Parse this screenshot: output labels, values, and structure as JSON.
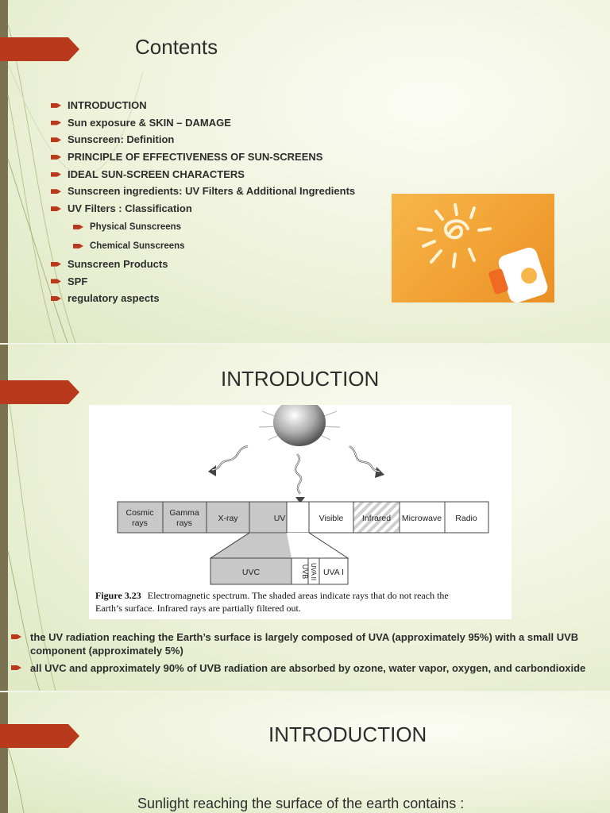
{
  "slide1": {
    "title": "Contents",
    "bullets": [
      {
        "text": "INTRODUCTION",
        "level": 1
      },
      {
        "text": "Sun exposure & SKIN – DAMAGE",
        "level": 1
      },
      {
        "text": "Sunscreen: Definition",
        "level": 1
      },
      {
        "text": "PRINCIPLE OF EFFECTIVENESS OF SUN-SCREENS",
        "level": 1
      },
      {
        "text": "IDEAL SUN-SCREEN CHARACTERS",
        "level": 1
      },
      {
        "text": "Sunscreen ingredients: UV Filters & Additional Ingredients",
        "level": 1
      },
      {
        "text": "UV Filters : Classification",
        "level": 1
      },
      {
        "text": "Physical Sunscreens",
        "level": 2
      },
      {
        "text": "Chemical Sunscreens",
        "level": 2
      },
      {
        "text": "Sunscreen Products",
        "level": 1
      },
      {
        "text": "SPF",
        "level": 1
      },
      {
        "text": " regulatory aspects",
        "level": 1
      }
    ],
    "photo_label": "Sun Screen"
  },
  "slide2": {
    "title": "INTRODUCTION",
    "figure": {
      "bands": [
        "Cosmic rays",
        "Gamma rays",
        "X-ray",
        "UV",
        "Visible",
        "Infrared",
        "Microwave",
        "Radio"
      ],
      "cosmic_line1": "Cosmic",
      "cosmic_line2": "rays",
      "gamma_line1": "Gamma",
      "gamma_line2": "rays",
      "uv_sub": [
        "UVC",
        "UVB",
        "UVA II",
        "UVA I"
      ],
      "caption_label": "Figure 3.23",
      "caption_line1": "Electromagnetic spectrum. The shaded areas indicate rays that do not reach the",
      "caption_line2": "Earth’s surface. Infrared rays are partially filtered out."
    },
    "bullets": [
      "the UV radiation reaching the Earth’s surface is largely composed of UVA (approximately 95%) with a small UVB component (approximately 5%)",
      "all UVC and approximately 90% of UVB radiation are absorbed by ozone, water vapor, oxygen, and carbondioxide"
    ]
  },
  "slide3": {
    "title": "INTRODUCTION",
    "body": "Sunlight reaching the surface of the earth contains :"
  },
  "colors": {
    "accent": "#b8391c",
    "sidebar": "#7b7251",
    "background": "#eef2da",
    "text": "#2d2d2d",
    "shaded_band": "#c8c8c8"
  }
}
